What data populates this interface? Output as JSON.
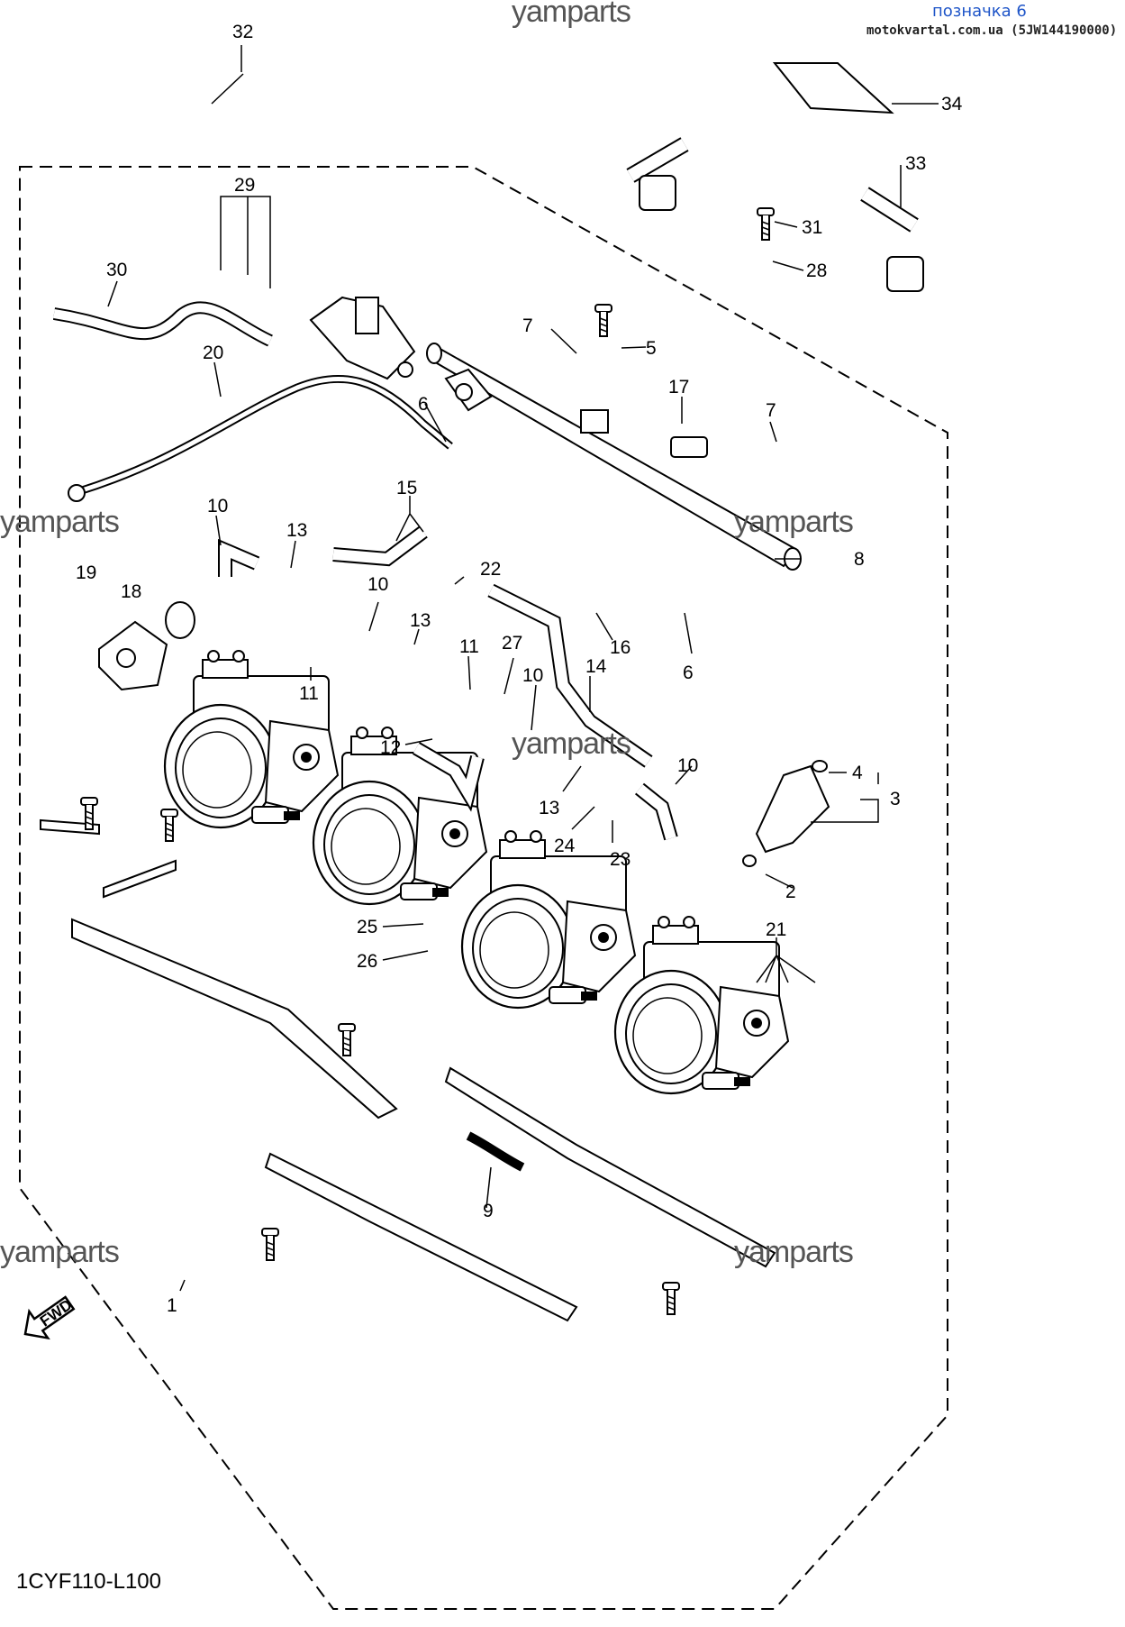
{
  "header": {
    "watermark_top": "yamparts",
    "label": "позначка 6",
    "source": "motokvartal.com.ua (5JW144190000)"
  },
  "watermarks": [
    "yamparts",
    "yamparts",
    "yamparts",
    "yamparts",
    "yamparts"
  ],
  "diagram_code": "1CYF110-L100",
  "fwd_label": "FWD",
  "callouts": [
    "1",
    "2",
    "3",
    "4",
    "5",
    "6",
    "6",
    "7",
    "7",
    "8",
    "9",
    "10",
    "10",
    "10",
    "10",
    "11",
    "11",
    "12",
    "13",
    "13",
    "13",
    "14",
    "15",
    "16",
    "17",
    "18",
    "19",
    "20",
    "21",
    "22",
    "23",
    "24",
    "25",
    "26",
    "27",
    "28",
    "29",
    "30",
    "31",
    "32",
    "33",
    "34"
  ]
}
